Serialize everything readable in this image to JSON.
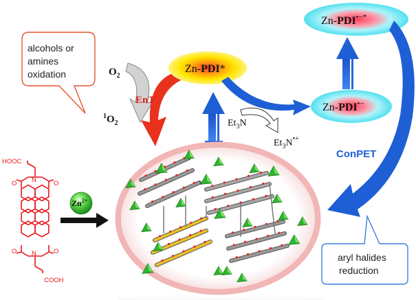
{
  "callout_oxidation": {
    "line1": "alcohols or",
    "line2": "amines",
    "line3": "oxidation"
  },
  "callout_reduction": {
    "line1": "aryl halides",
    "line2": "reduction"
  },
  "o2": {
    "base": "O",
    "sub": "2"
  },
  "singlet_o2": {
    "sup": "1",
    "base": "O",
    "sub": "2"
  },
  "ent_label": "EnT",
  "conpet_label": "ConPET",
  "zn_pdi_excited": {
    "zn": "Zn-",
    "pdi": "PDI",
    "mark": "*"
  },
  "zn_pdi_radical_anion": {
    "zn": "Zn-",
    "pdi": "PDI",
    "mark": "•−"
  },
  "zn_pdi_radical_anion_excited": {
    "zn": "Zn-",
    "pdi": "PDI",
    "mark": "•−*"
  },
  "et3n": {
    "a": "Et",
    "sub": "3",
    "b": "N"
  },
  "et3n_radical": {
    "a": "Et",
    "sub": "3",
    "b": "N",
    "sup": "•+"
  },
  "zn_ion": {
    "base": "Zn",
    "sup": "2+"
  },
  "molecule": {
    "acid_top": "HOOC",
    "acid_bottom": "COOH",
    "n": "N",
    "o": "O"
  },
  "colors": {
    "red_arrow": "#e8321e",
    "blue_arrow": "#1f5fd6",
    "grey_arrow": "#c9c9c9",
    "yellow_glow": "#ffe600",
    "cyan_ellipse": "#5ee6f2",
    "pink_glow": "#ff5a6e",
    "molecule_red": "#e8161b",
    "green_zn": "#2fb52f",
    "mof_ring": "#f0b9b9"
  }
}
